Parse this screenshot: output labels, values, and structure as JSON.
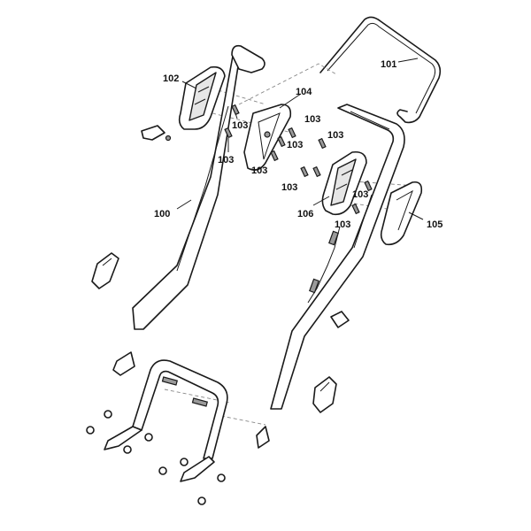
{
  "callouts": {
    "c100": "100",
    "c101": "101",
    "c102": "102",
    "c103a": "103",
    "c103b": "103",
    "c103c": "103",
    "c103d": "103",
    "c103e": "103",
    "c103f": "103",
    "c103g": "103",
    "c103h": "103",
    "c103i": "103",
    "c104": "104",
    "c105": "105",
    "c106": "106"
  }
}
